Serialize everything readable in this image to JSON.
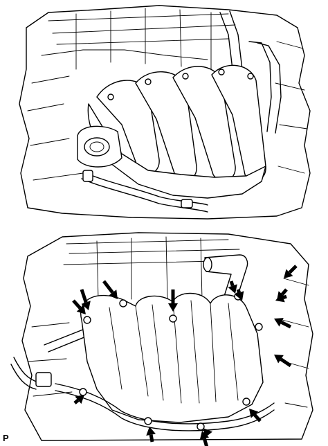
{
  "figure": {
    "code": "P",
    "panels": [
      {
        "id": "top",
        "content": "intake-manifold-installed-view"
      },
      {
        "id": "bottom",
        "content": "intake-manifold-bolt-locations",
        "arrow_count": 16
      }
    ]
  }
}
